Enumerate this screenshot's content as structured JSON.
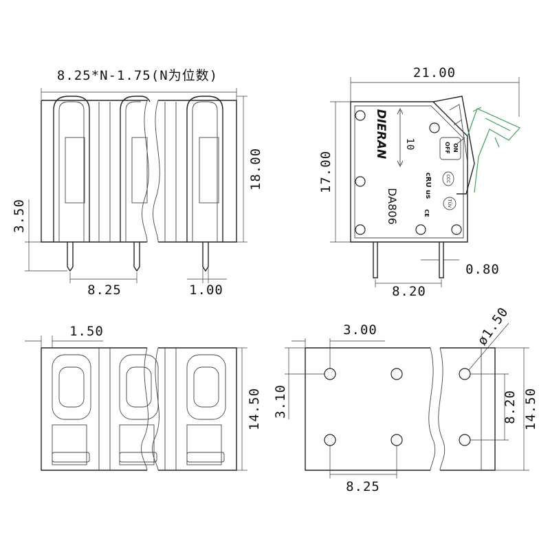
{
  "dimensions": {
    "top_left_width": "8.25*N-1.75(N为位数)",
    "top_left_height": "18.00",
    "top_left_pin": "3.50",
    "top_left_pitch": "8.25",
    "top_left_pin_width": "1.00",
    "side_width": "21.00",
    "side_height": "17.00",
    "side_pin_pitch": "8.20",
    "side_pin_thickness": "0.80",
    "bottom_left_offset": "1.50",
    "bottom_left_height": "14.50",
    "pcb_offset_x": "3.00",
    "pcb_offset_y": "3.10",
    "pcb_hole_diameter": "ø1.50",
    "pcb_row_spacing": "8.20",
    "pcb_height": "14.50",
    "pcb_pitch": "8.25"
  },
  "labels": {
    "brand": "DIERAN",
    "model": "DA806",
    "arrow_value": "10",
    "switch_on": "ON",
    "switch_off": "OFF",
    "ccc_mark": "CCC",
    "tuv_mark": "TÜV",
    "ce_mark": "CE",
    "ul_mark": "cRU us"
  },
  "colors": {
    "line": "#222222",
    "lever_open": "#3aa35a"
  }
}
